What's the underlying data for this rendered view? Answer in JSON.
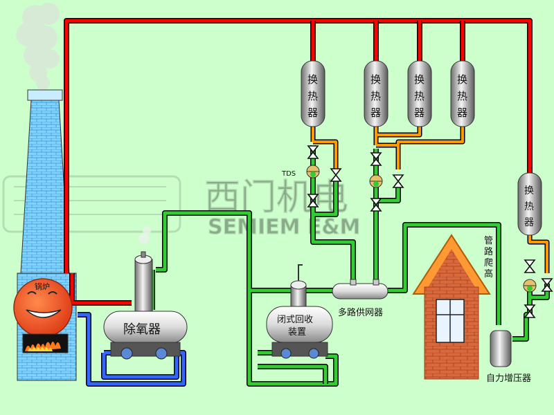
{
  "labels": {
    "boiler": "锅炉",
    "deaerator": "除氧器",
    "closed_recovery_line1": "闭式回收",
    "closed_recovery_line2": "装置",
    "manifold": "多路供网器",
    "booster": "自力增压器",
    "pipe_climb": [
      "管",
      "路",
      "爬",
      "高"
    ],
    "tds": "TDS"
  },
  "heat_exchanger_chars": [
    "换",
    "热",
    "器"
  ],
  "watermark": {
    "cn": "西门机电",
    "en": "SEMIEM E&M"
  },
  "colors": {
    "background": "#ccffcc",
    "steam_pipe": "#ff0000",
    "condensate_pipe": "#ff9900",
    "water_pipe": "#33cc33",
    "feed_pipe": "#3366ff",
    "chimney": "#66ccff",
    "vessel": "#dddddd",
    "brick": "#d9683a",
    "roof": "#ff9933"
  }
}
